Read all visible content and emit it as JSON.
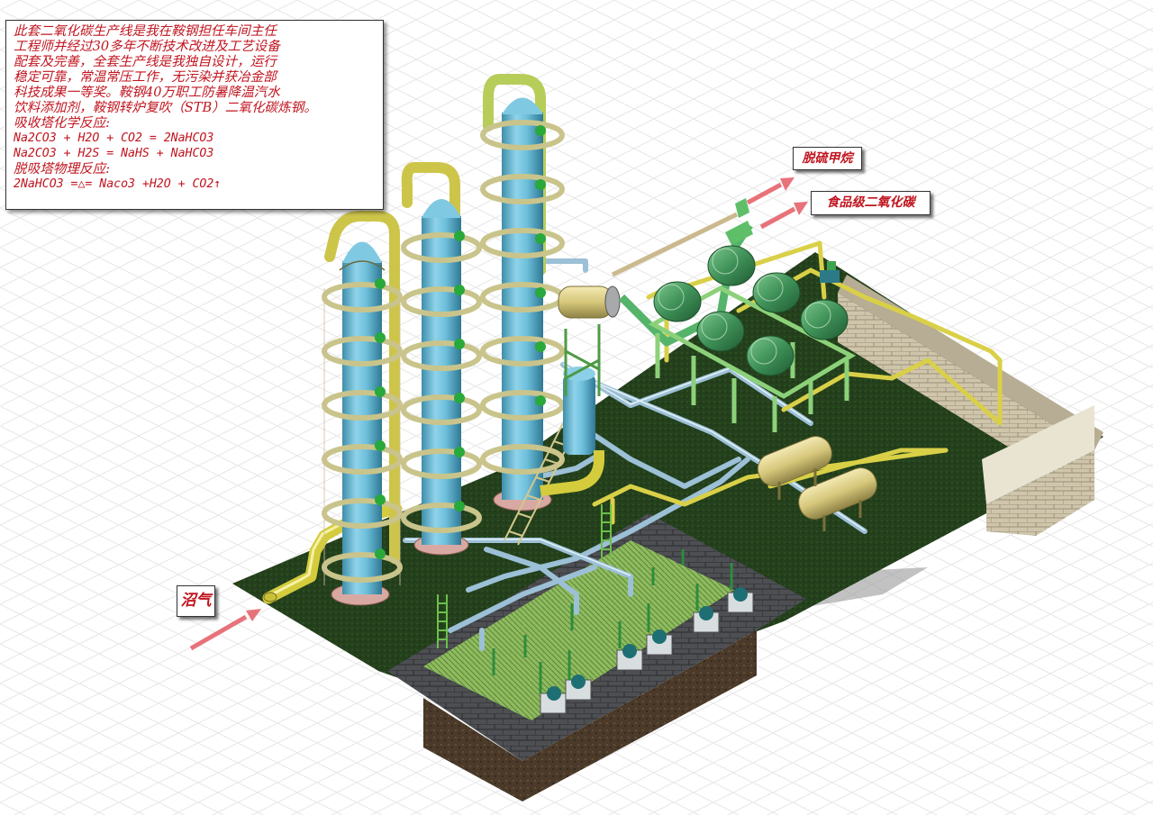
{
  "description_box": {
    "lines": [
      "此套二氧化碳生产线是我在鞍钢担任车间主任",
      "工程师并经过30多年不断技术改进及工艺设备",
      "配套及完善，全套生产线是我独自设计，运行",
      "稳定可靠，常温常压工作，无污染并获冶金部",
      "科技成果一等奖。鞍钢40万职工防暑降温汽水",
      "饮料添加剂，鞍钢转炉复吹（STB）二氧化碳炼钢。",
      "吸收塔化学反应:",
      "Na2CO3 + H2O + CO2 = 2NaHCO3",
      "Na2CO3 + H2S = NaHS + NaHCO3",
      "脱吸塔物理反应:",
      "2NaHCO3 =△= Naco3 +H2O + CO2↑"
    ]
  },
  "labels": {
    "methane": "脱硫甲烷",
    "food_co2": "食品级二氧化碳",
    "biogas": "沼气"
  },
  "colors": {
    "label_text": "#c0151f",
    "arrow": "#e8727a",
    "grass": "#26451f",
    "tower": "#62b8d4",
    "platform": "#c7c48a",
    "yellow_pipe": "#e0d64a",
    "blue_pipe": "#9fc3da",
    "green_equipment": "#4fa467",
    "brick": "#c9bfa5",
    "pavement": "#46484c",
    "soil": "#4a3b2b"
  }
}
